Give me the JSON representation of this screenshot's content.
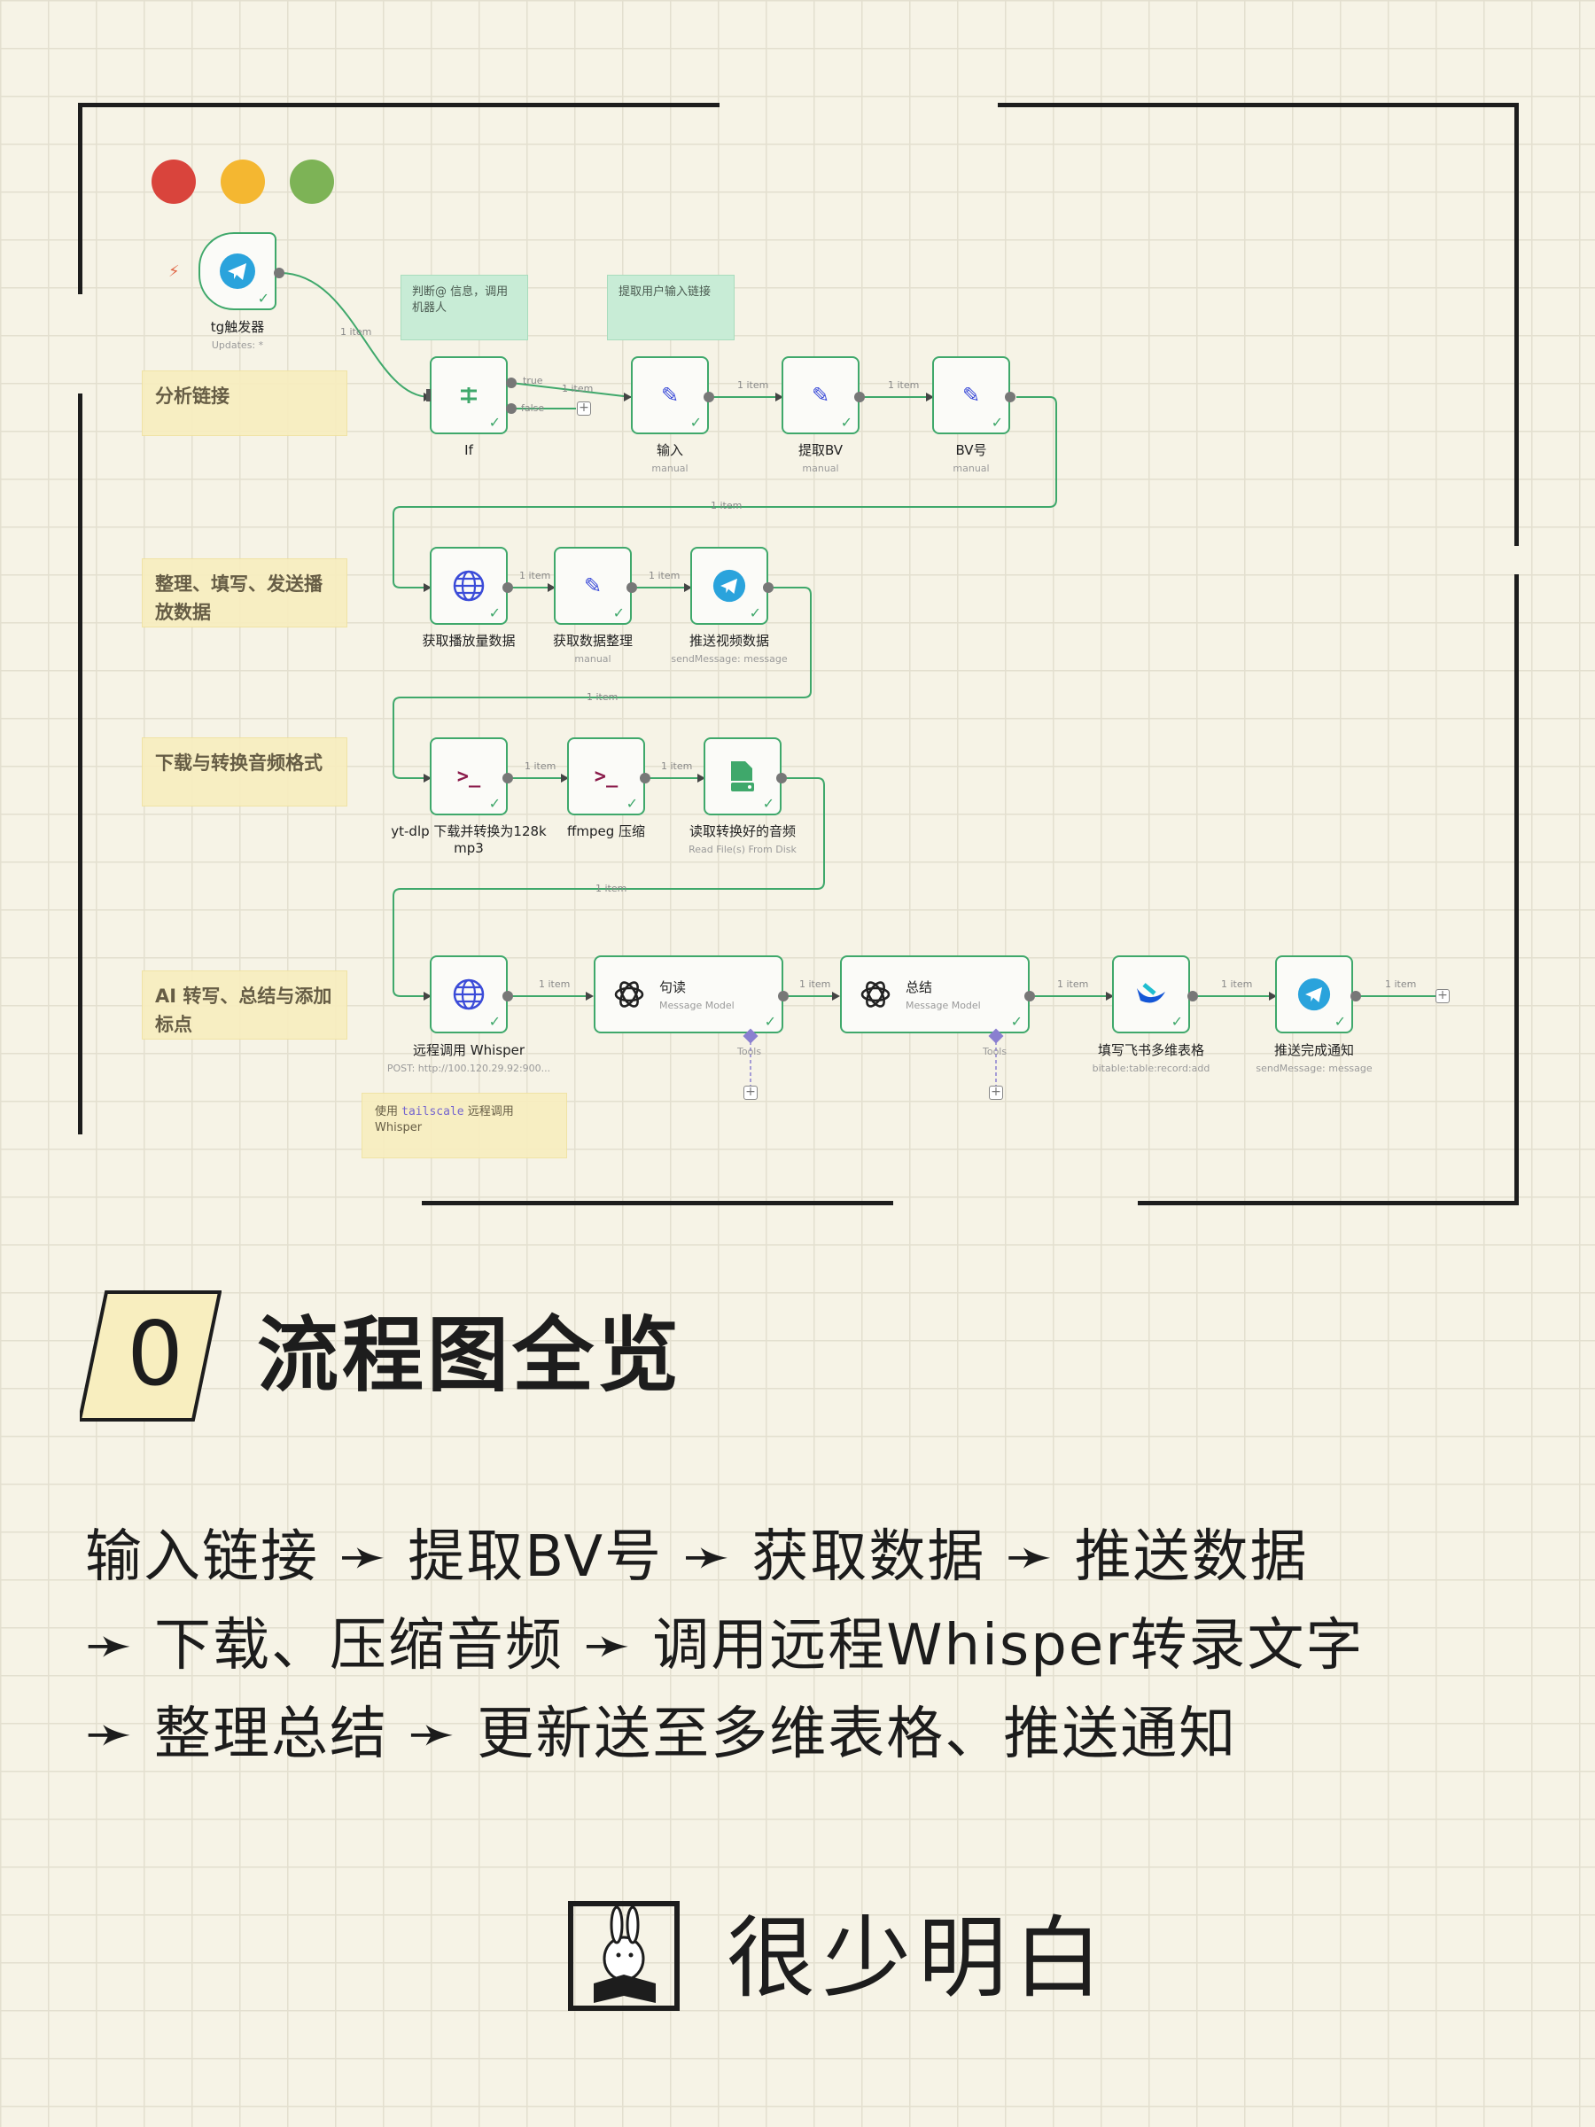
{
  "colors": {
    "red": "#d9443c",
    "yellow": "#f4b731",
    "green": "#7db356",
    "accent": "#3fa86b"
  },
  "window_controls": [
    "close",
    "minimize",
    "maximize"
  ],
  "stickies": {
    "analyze": "分析链接",
    "organize": "整理、填写、发送播放数据",
    "download": "下载与转换音频格式",
    "ai": "AI 转写、总结与添加标点",
    "tailscale_prefix": "使用",
    "tailscale_code": "tailscale",
    "tailscale_suffix": "远程调用 Whisper"
  },
  "notes": {
    "judge": "判断@ 信息，调用机器人",
    "extract": "提取用户输入链接"
  },
  "nodes": {
    "trigger": {
      "label": "tg触发器",
      "sub": "Updates: *"
    },
    "if": {
      "label": "If"
    },
    "input": {
      "label": "输入",
      "sub": "manual"
    },
    "extract_bv": {
      "label": "提取BV",
      "sub": "manual"
    },
    "bv_num": {
      "label": "BV号",
      "sub": "manual"
    },
    "fetch_play": {
      "label": "获取播放量数据"
    },
    "organize": {
      "label": "获取数据整理",
      "sub": "manual"
    },
    "push_video": {
      "label": "推送视频数据",
      "sub": "sendMessage: message"
    },
    "ytdlp": {
      "label": "yt-dlp 下载并转换为128k mp3"
    },
    "ffmpeg": {
      "label": "ffmpeg 压缩"
    },
    "read_audio": {
      "label": "读取转换好的音频",
      "sub": "Read File(s) From Disk"
    },
    "whisper": {
      "label": "远程调用 Whisper",
      "sub": "POST: http://100.120.29.92:900..."
    },
    "punct": {
      "label": "句读",
      "sub": "Message Model"
    },
    "summary": {
      "label": "总结",
      "sub": "Message Model"
    },
    "feishu": {
      "label": "填写飞书多维表格",
      "sub": "bitable:table:record:add"
    },
    "notify": {
      "label": "推送完成通知",
      "sub": "sendMessage: message"
    }
  },
  "edges": {
    "item": "1 item",
    "true": "true",
    "false": "false",
    "tools": "Tools"
  },
  "section": {
    "number": "0",
    "title": "流程图全览"
  },
  "summary_lines": [
    "输入链接 ➛ 提取BV号 ➛ 获取数据 ➛ 推送数据",
    "➛ 下载、压缩音频 ➛ 调用远程Whisper转录文字",
    "➛ 整理总结 ➛ 更新送至多维表格、推送通知"
  ],
  "brand": {
    "name": "很少明白"
  }
}
